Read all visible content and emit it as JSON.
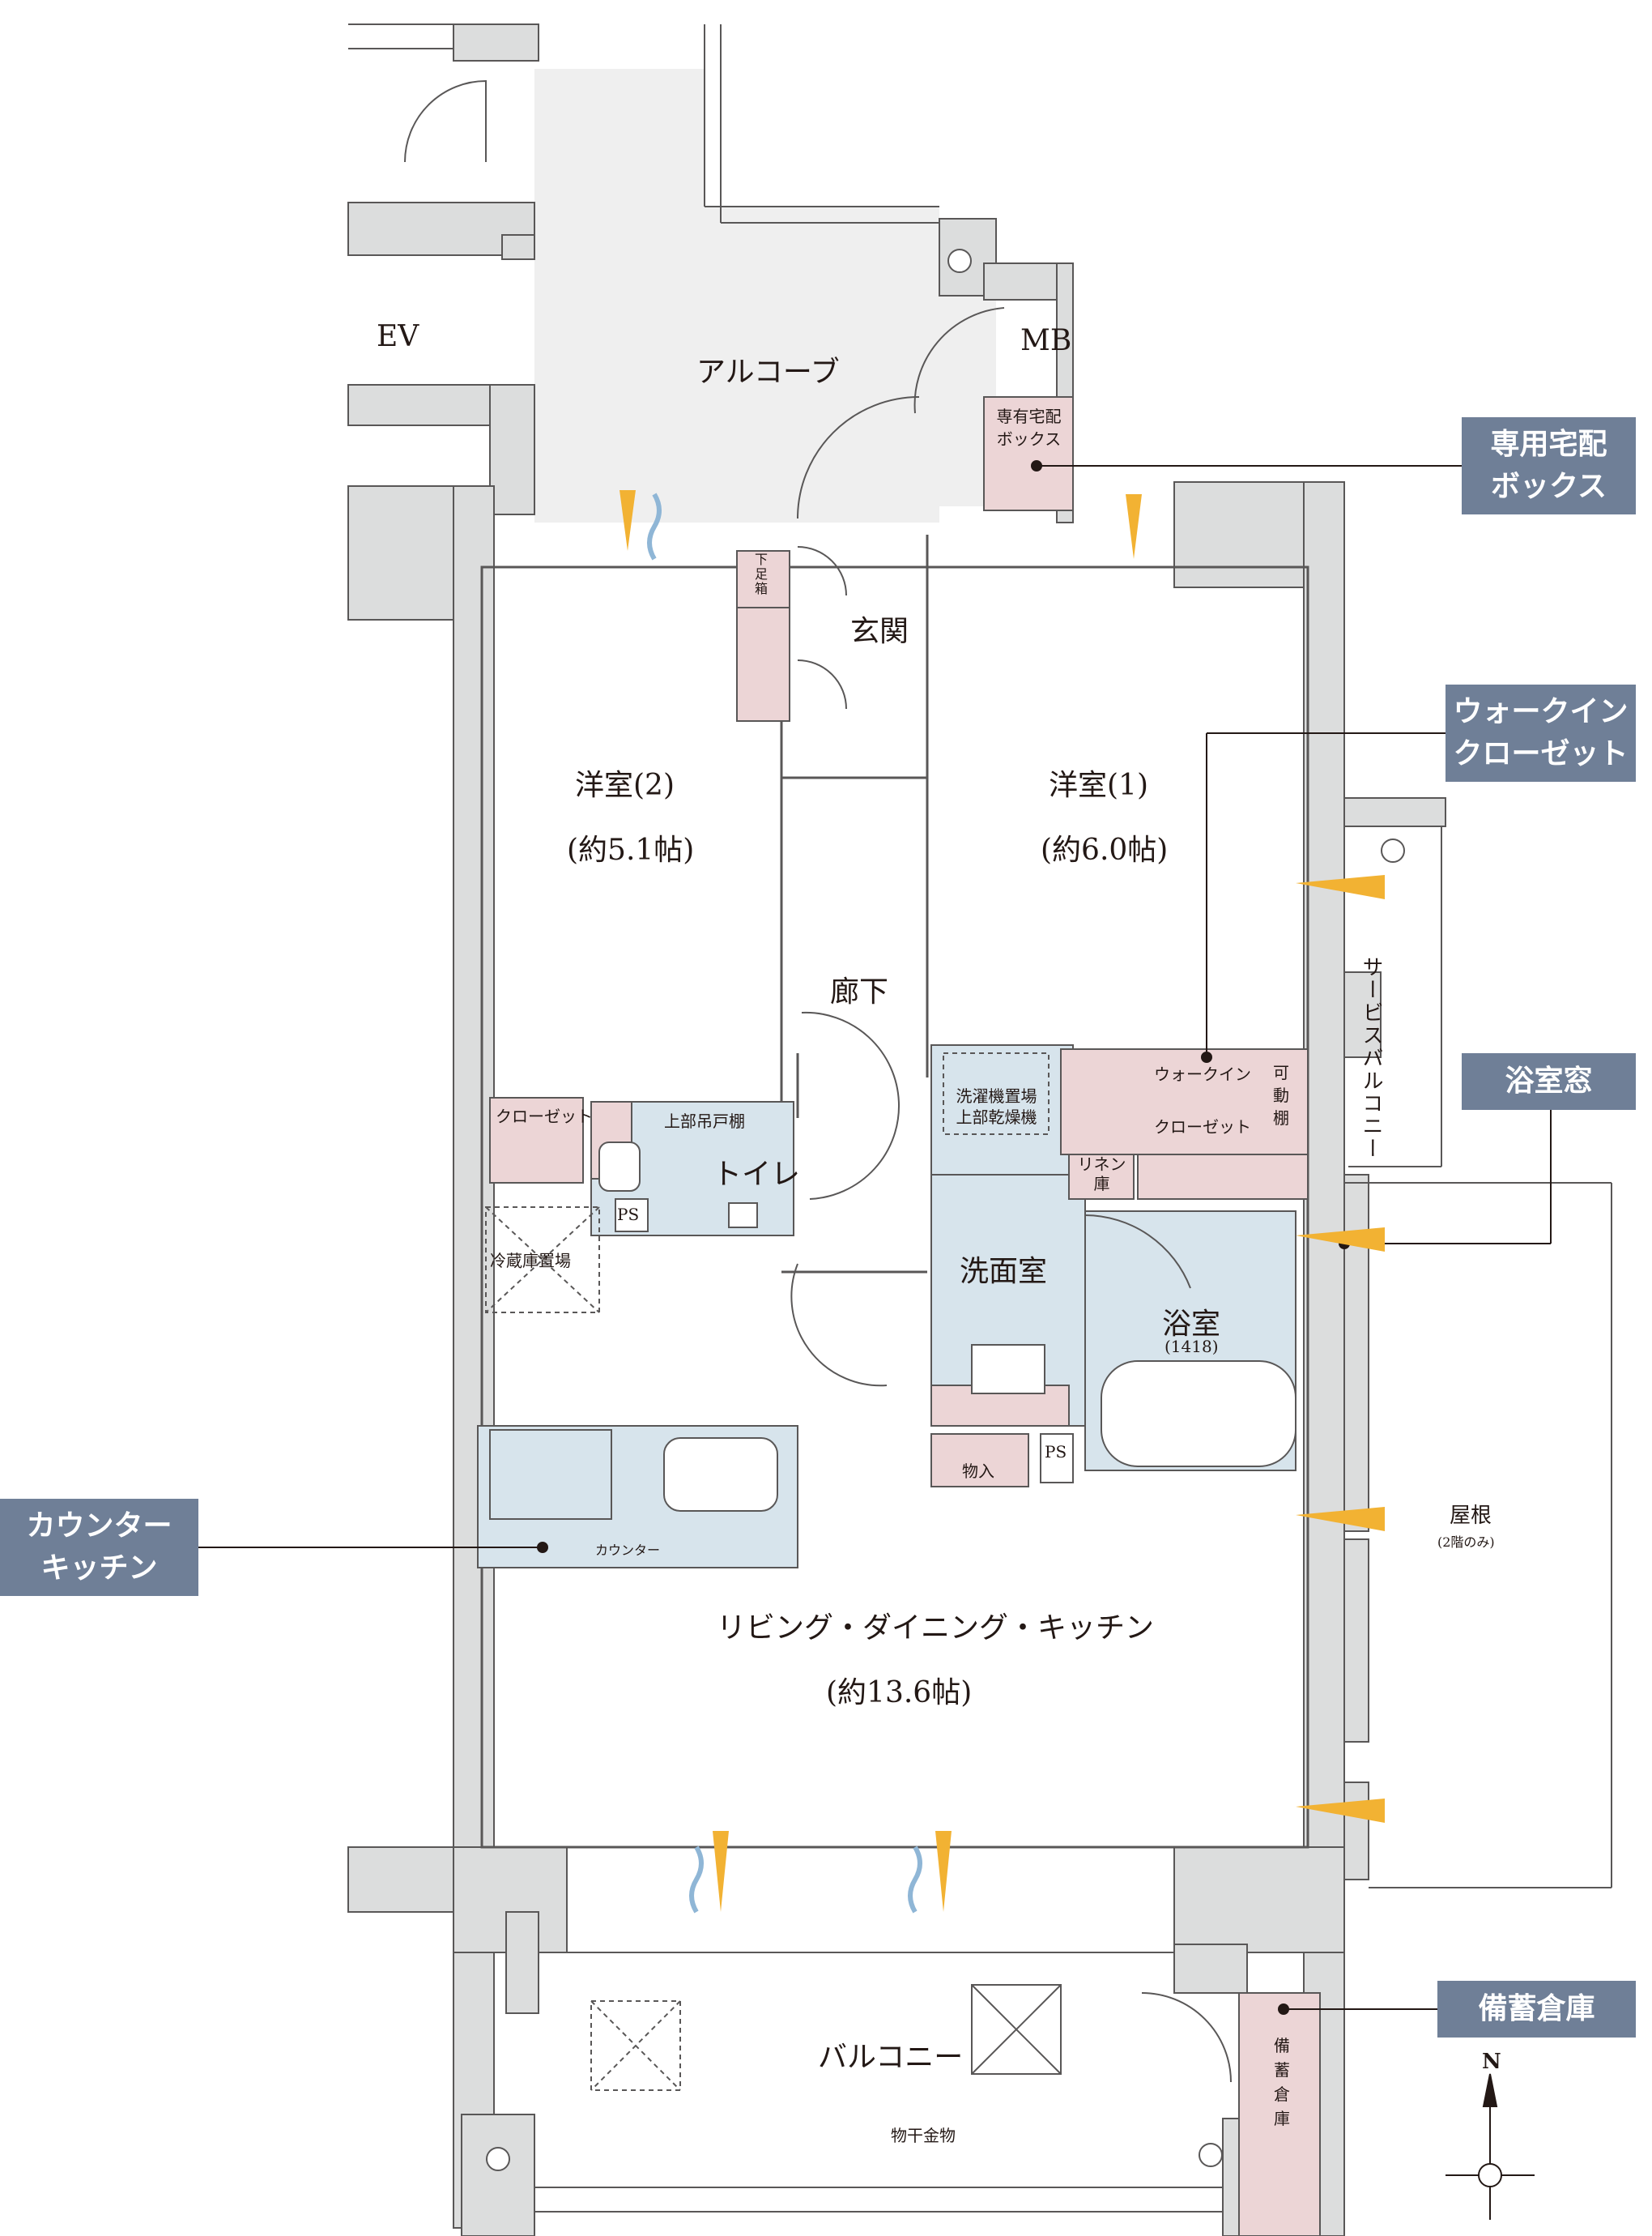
{
  "callouts": {
    "delivery_box": [
      "専用宅配",
      "ボックス"
    ],
    "walk_in_closet": [
      "ウォークイン",
      "クローゼット"
    ],
    "bath_window": "浴室窓",
    "counter_kitchen": [
      "カウンター",
      "キッチン"
    ],
    "storage": "備蓄倉庫"
  },
  "rooms": {
    "ev": "EV",
    "alcove": "アルコーブ",
    "mb": "MB",
    "delivery_box": [
      "専有宅配",
      "ボックス"
    ],
    "shoe_box": [
      "下",
      "足",
      "箱"
    ],
    "entrance": "玄関",
    "western2_name": "洋室(2)",
    "western2_size": "(約5.1帖)",
    "western1_name": "洋室(1)",
    "western1_size": "(約6.0帖)",
    "corridor": "廊下",
    "service_balcony": "サービスバルコニー",
    "closet": "クローゼット",
    "upper_cabinet": "上部吊戸棚",
    "toilet": "トイレ",
    "ps": "PS",
    "fridge": "冷蔵庫置場",
    "washer": [
      "洗濯機置場",
      "上部乾燥機"
    ],
    "wic_1": "ウォークイン",
    "wic_2": "クローゼット",
    "movable_shelf": [
      "可",
      "動",
      "棚"
    ],
    "linen": [
      "リネン",
      "庫"
    ],
    "washroom": "洗面室",
    "bathroom": "浴室",
    "bathroom_size": "(1418)",
    "storage_small": "物入",
    "roof": "屋根",
    "roof_note": "(2階のみ)",
    "counter": "カウンター",
    "ldk_name": "リビング・ダイニング・キッチン",
    "ldk_size": "(約13.6帖)",
    "balcony": "バルコニー",
    "laundry_hardware": "物干金物",
    "storage_room": [
      "備",
      "蓄",
      "倉",
      "庫"
    ],
    "north": "N"
  },
  "colors": {
    "wall": "#dcdddd",
    "wall_stroke": "#595757",
    "alcove_fill": "#efefef",
    "wet_area": "#d7e4ec",
    "storage_pink": "#ecd5d6",
    "callout": "#6f7f97",
    "wind_orange": "#f2b233",
    "wind_blue": "#8fb6d6"
  }
}
